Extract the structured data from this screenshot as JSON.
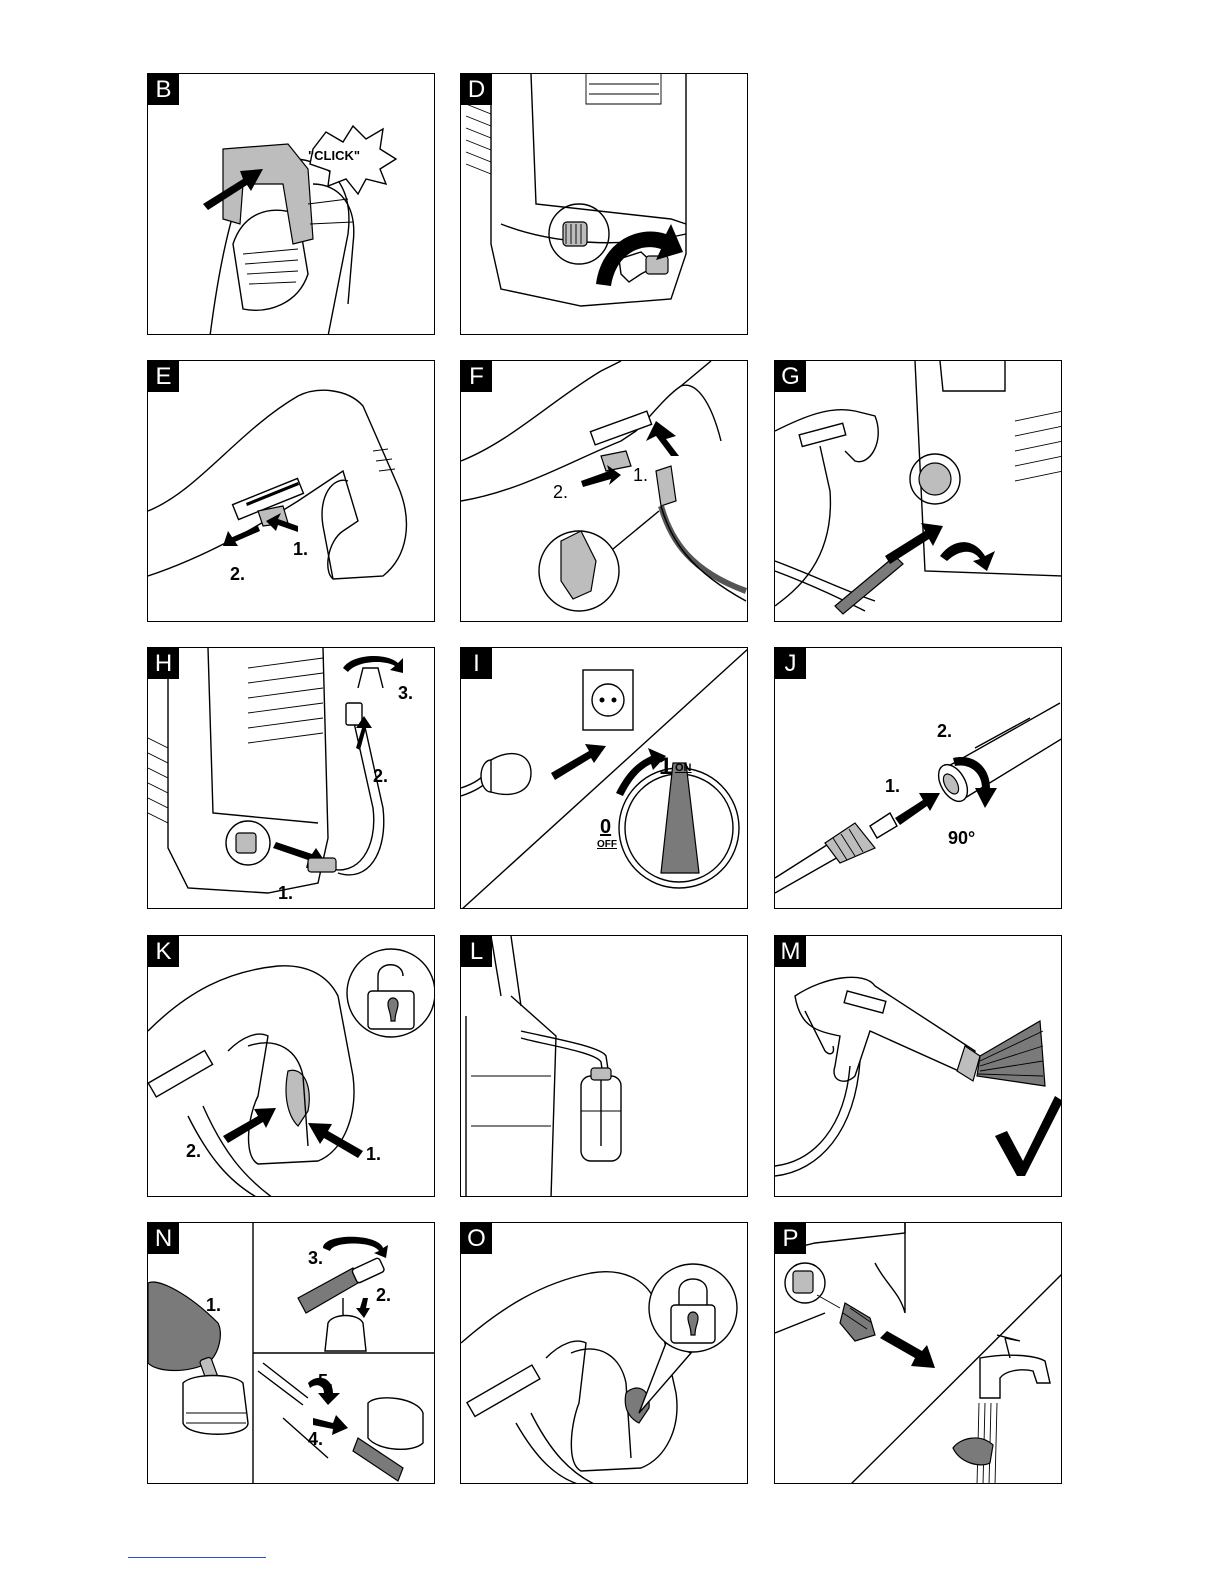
{
  "panels": {
    "B": {
      "letter": "B",
      "click": "\"CLICK\""
    },
    "D": {
      "letter": "D"
    },
    "E": {
      "letter": "E",
      "step1": "1.",
      "step2": "2."
    },
    "F": {
      "letter": "F",
      "step1": "1.",
      "step2": "2."
    },
    "G": {
      "letter": "G"
    },
    "H": {
      "letter": "H",
      "step1": "1.",
      "step2": "2.",
      "step3": "3."
    },
    "I": {
      "letter": "I",
      "on_num": "1",
      "on_text": "ON",
      "off_num": "0",
      "off_text": "OFF"
    },
    "J": {
      "letter": "J",
      "step1": "1.",
      "step2": "2.",
      "angle": "90°"
    },
    "K": {
      "letter": "K",
      "step1": "1.",
      "step2": "2."
    },
    "L": {
      "letter": "L"
    },
    "M": {
      "letter": "M"
    },
    "N": {
      "letter": "N",
      "step1": "1.",
      "step2": "2.",
      "step3": "3.",
      "step4": "4.",
      "step5": "5."
    },
    "O": {
      "letter": "O"
    },
    "P": {
      "letter": "P"
    }
  }
}
